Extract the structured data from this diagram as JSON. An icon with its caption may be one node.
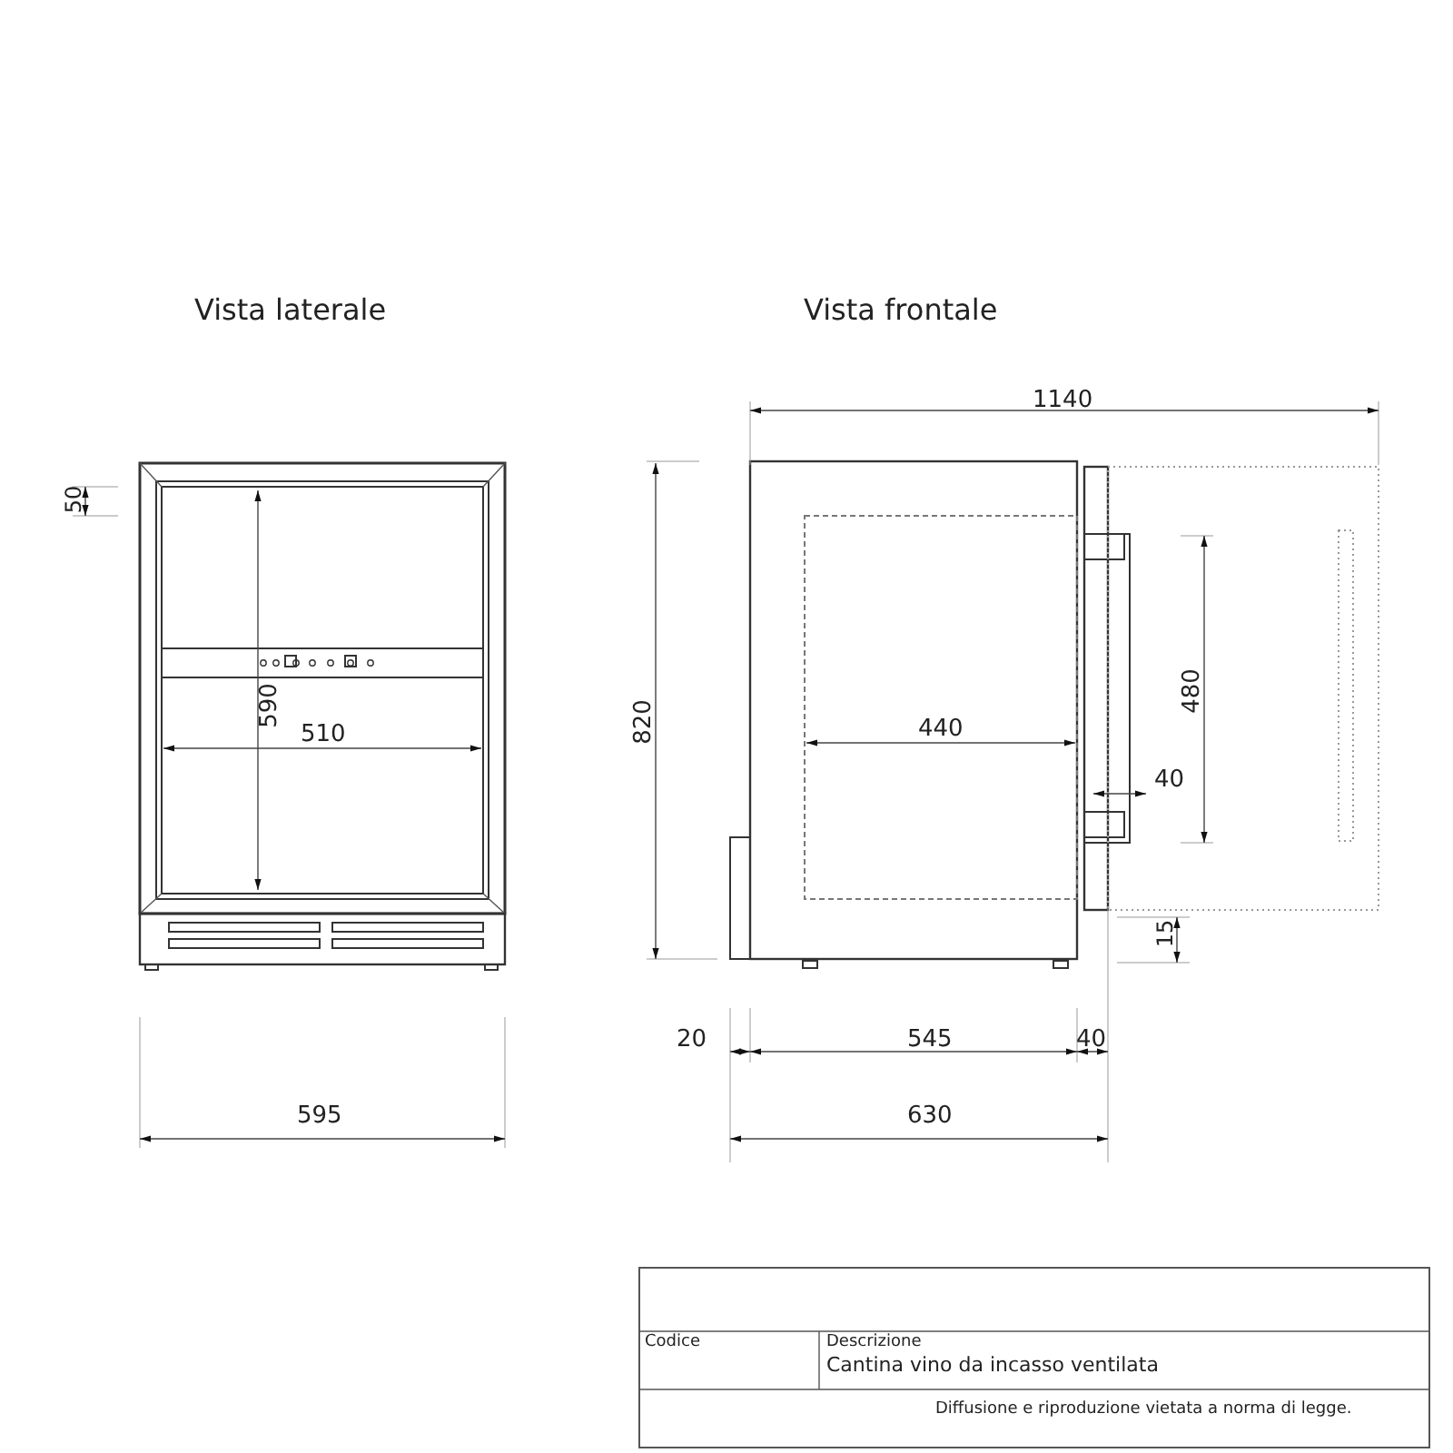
{
  "diagram": {
    "labels": [
      "Vista laterale",
      "Vista frontale",
      "1140",
      "50",
      "590",
      "510",
      "820",
      "480",
      "440",
      "40",
      "15",
      "20",
      "545",
      "40",
      "595",
      "630",
      "Codice",
      "Descrizione",
      "Cantina vino da incasso ventilata",
      "Diffusione e riproduzione vietata a norma di legge."
    ]
  }
}
